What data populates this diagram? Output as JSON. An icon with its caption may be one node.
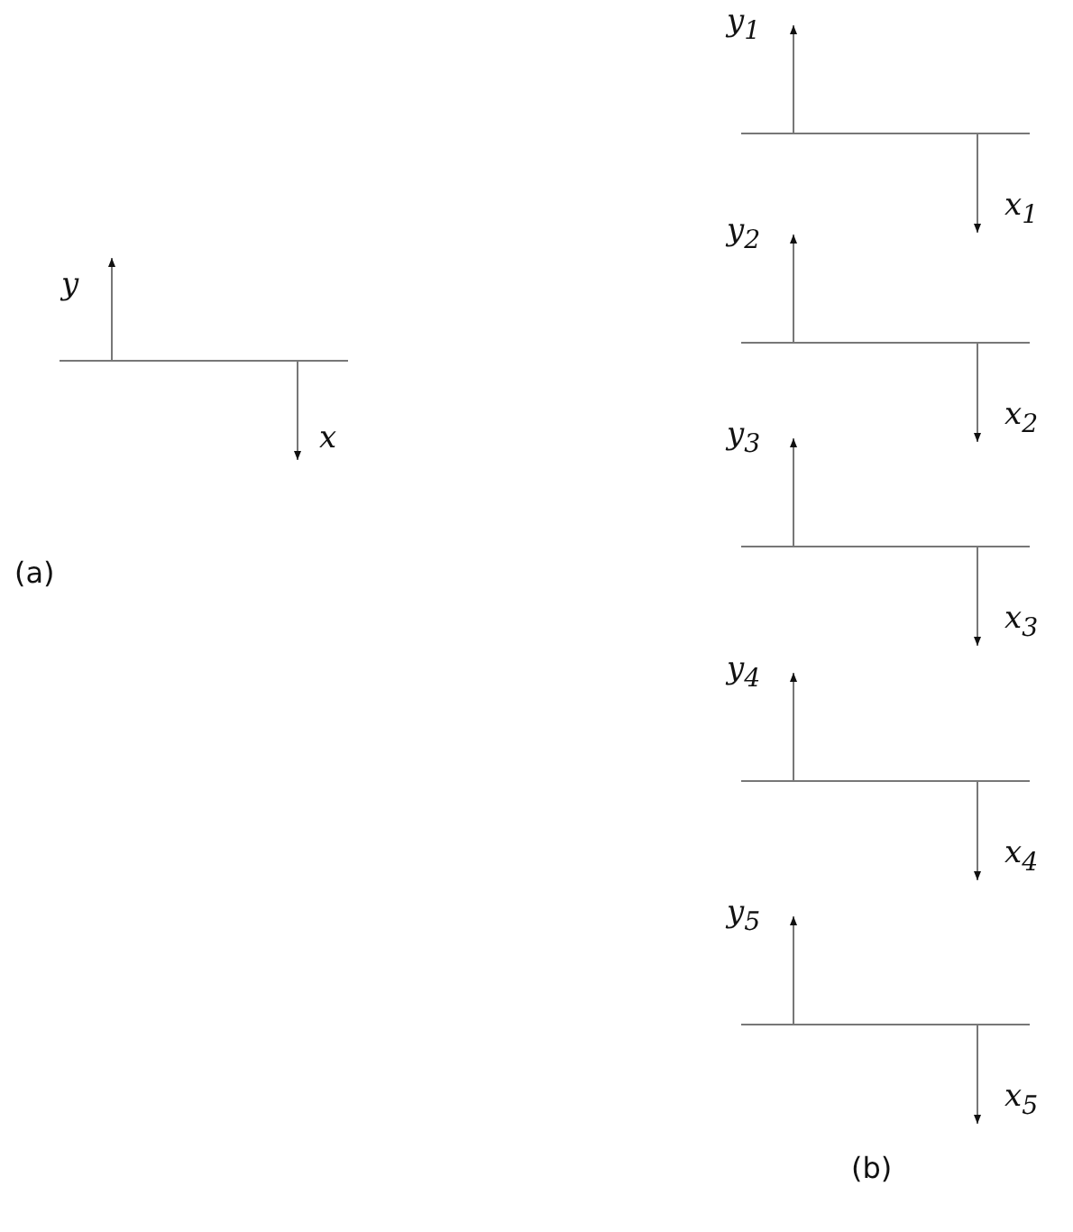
{
  "diagram": {
    "labels": [
      "y",
      "x",
      "(a)",
      "y$_{1}$",
      "x$_{1}$",
      "y$_{2}$",
      "x$_{2}$",
      "y$_{3}$",
      "x$_{3}$",
      "y$_{4}$",
      "x$_{4}$",
      "y$_{5}$",
      "x$_{5}$",
      "(b)"
    ]
  }
}
